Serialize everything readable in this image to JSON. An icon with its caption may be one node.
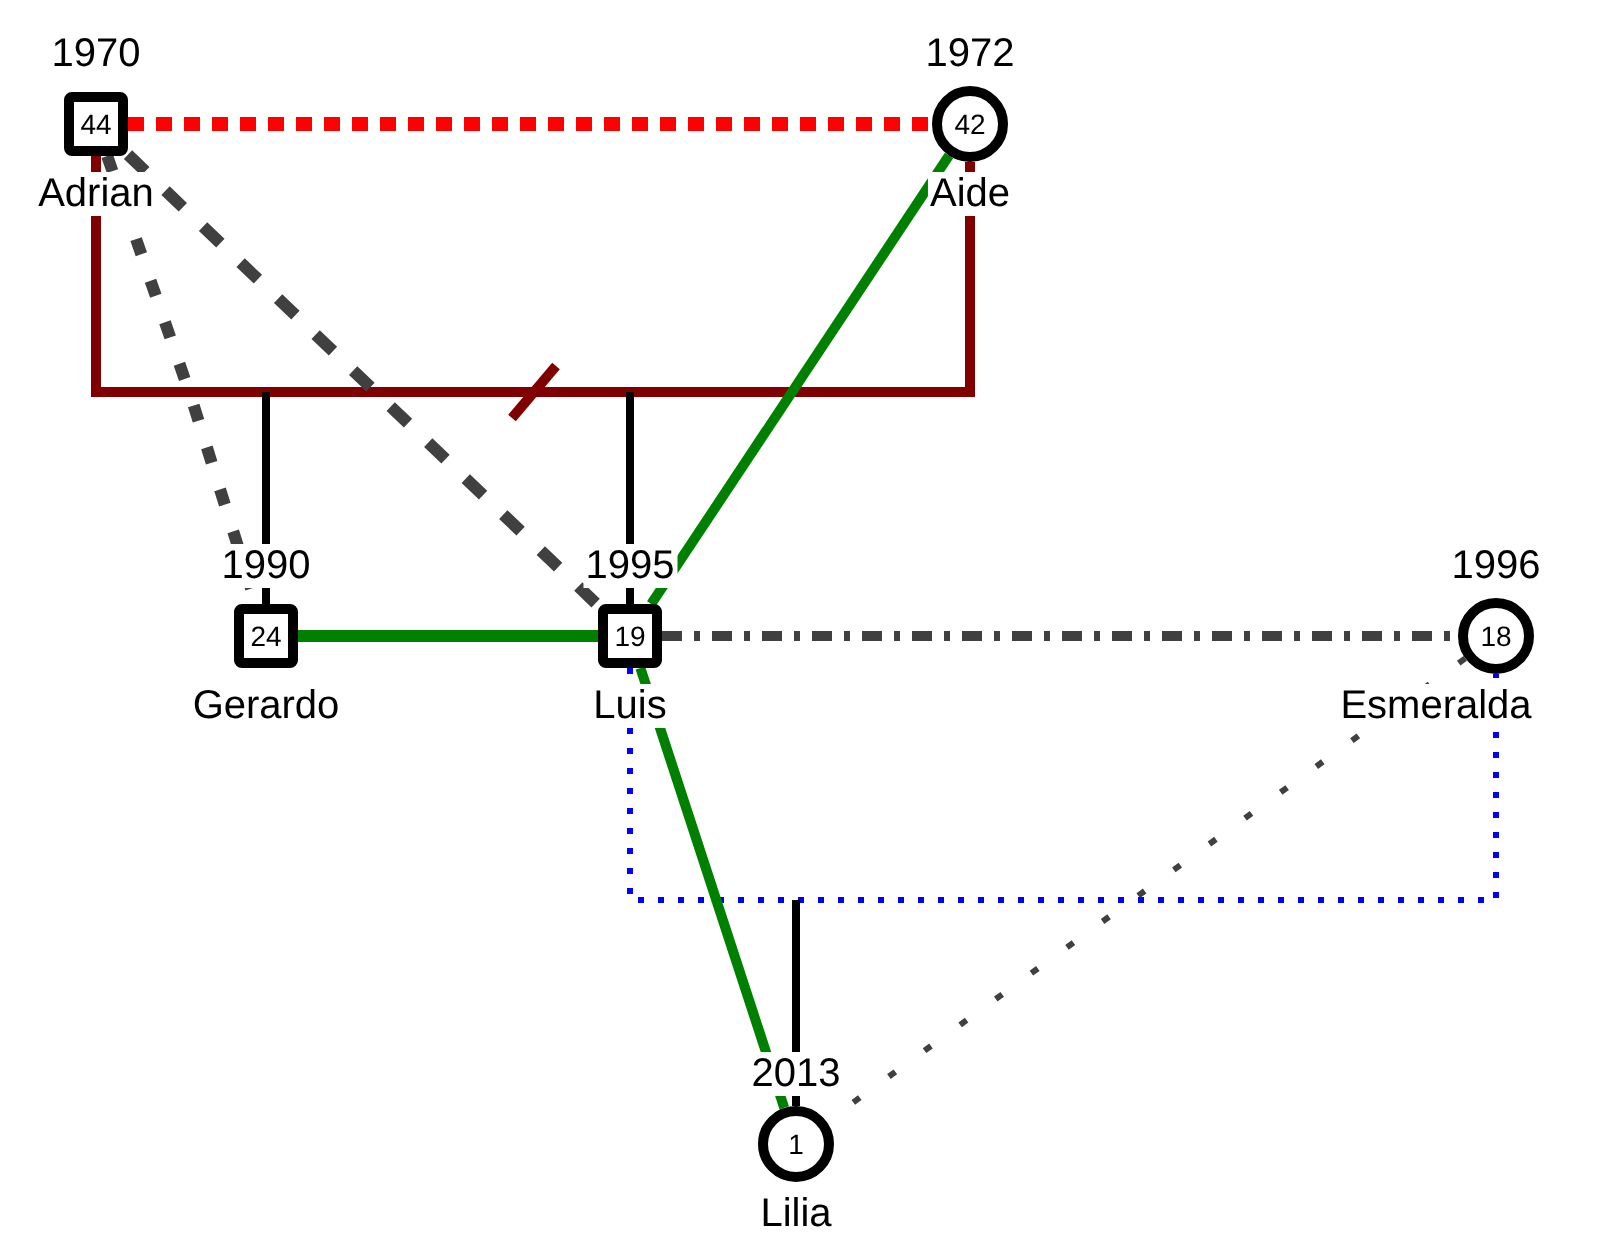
{
  "diagram": {
    "nodes": [
      {
        "text": [
          "1970",
          "44",
          "Adrian"
        ]
      },
      {
        "text": [
          "1972",
          "42",
          "Aide"
        ]
      },
      {
        "text": [
          "1990",
          "24",
          "Gerardo"
        ]
      },
      {
        "text": [
          "1995",
          "19",
          "Luis"
        ]
      },
      {
        "text": [
          "1996",
          "18",
          "Esmeralda"
        ]
      },
      {
        "text": [
          "2013",
          "1",
          "Lilia"
        ]
      }
    ],
    "edges": [
      {
        "from": 0,
        "to": 1,
        "arrow": "none",
        "style": "dashed",
        "color": "#ff0000"
      },
      {
        "from": 0,
        "to": 1,
        "arrow": "none",
        "color": "#800000"
      },
      {
        "from": null,
        "to": 2,
        "arrow": "none"
      },
      {
        "from": null,
        "to": 3,
        "arrow": "none"
      },
      {
        "from": 0,
        "to": 3,
        "arrow": "none",
        "style": "dashed",
        "color": "#404040"
      },
      {
        "from": 0,
        "to": 2,
        "arrow": "none",
        "style": "dashed",
        "color": "#404040"
      },
      {
        "from": 1,
        "to": 3,
        "arrow": "none",
        "color": "#008000"
      },
      {
        "from": 2,
        "to": 3,
        "arrow": "none",
        "color": "#008000"
      },
      {
        "from": 3,
        "to": 4,
        "arrow": "none",
        "style": "dashed",
        "color": "#404040"
      },
      {
        "from": 3,
        "to": 4,
        "arrow": "none",
        "style": "dashed",
        "color": "#0000ff"
      },
      {
        "from": null,
        "to": 5,
        "arrow": "none"
      },
      {
        "from": 3,
        "to": 5,
        "arrow": "none",
        "color": "#008000"
      },
      {
        "from": 4,
        "to": 5,
        "arrow": "none",
        "style": "dashed",
        "color": "#404040"
      }
    ]
  }
}
